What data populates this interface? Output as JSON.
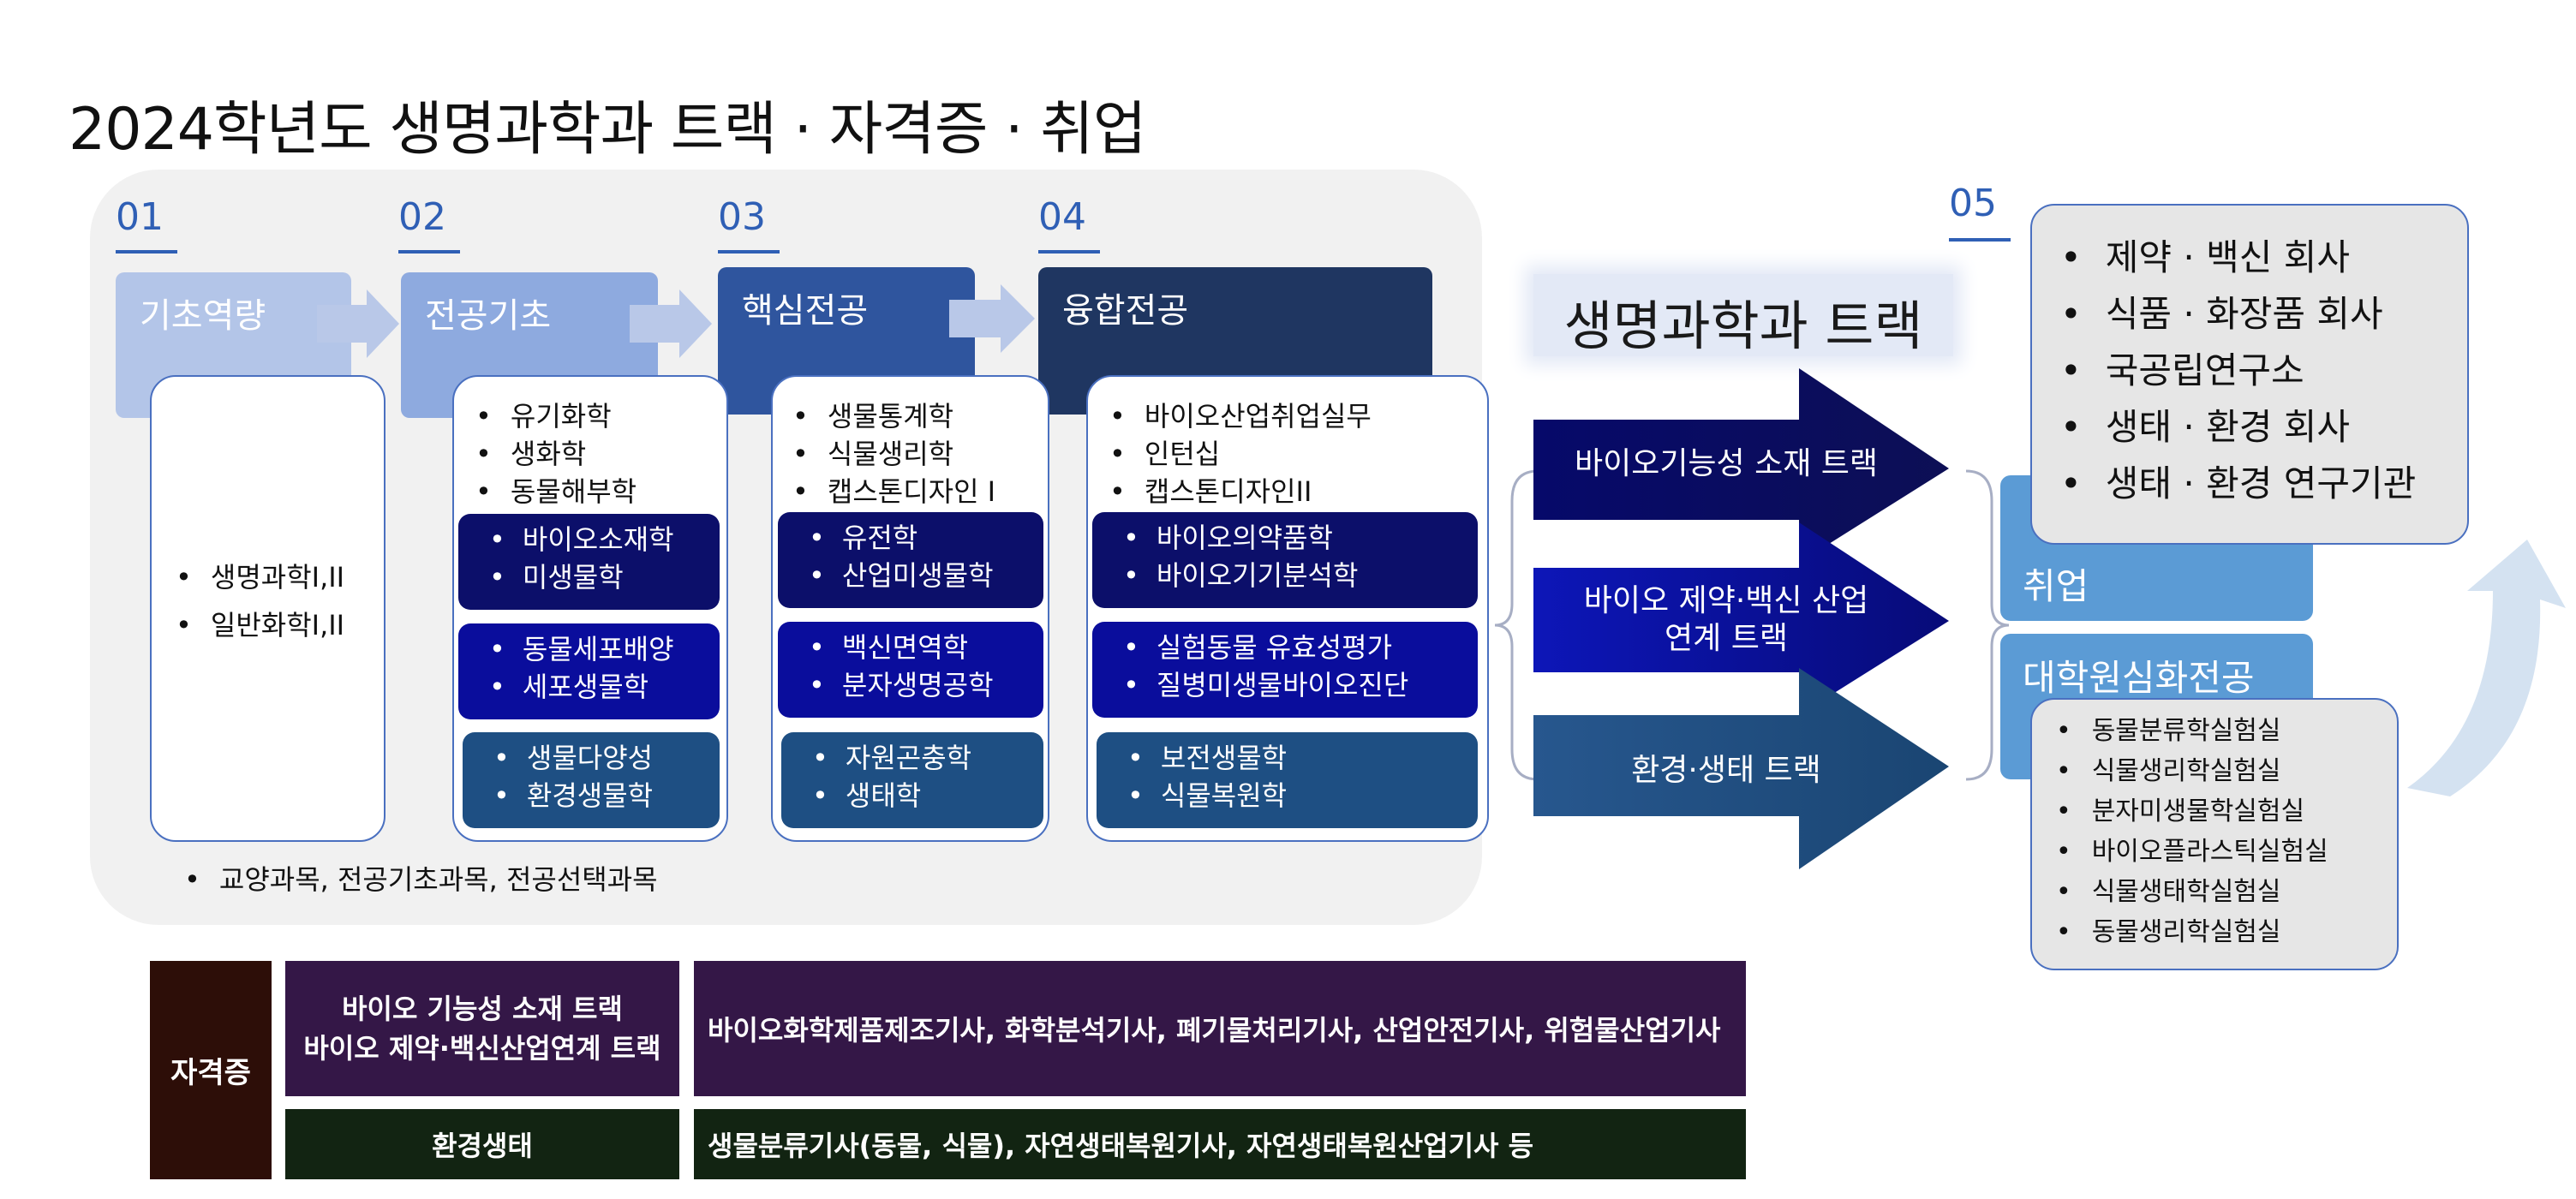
{
  "title": "2024학년도 생명과학과 트랙 · 자격증 · 취업",
  "stages": [
    {
      "num": "01",
      "label": "기초역량",
      "courses": [
        "생명과학I,II",
        "일반화학I,II"
      ]
    },
    {
      "num": "02",
      "label": "전공기초",
      "courses": [
        "유기화학",
        "생화학",
        "동물해부학"
      ],
      "groups": [
        [
          "바이오소재학",
          "미생물학"
        ],
        [
          "동물세포배양",
          "세포생물학"
        ],
        [
          "생물다양성",
          "환경생물학"
        ]
      ]
    },
    {
      "num": "03",
      "label": "핵심전공",
      "courses": [
        "생물통계학",
        "식물생리학",
        "캡스톤디자인 I"
      ],
      "groups": [
        [
          "유전학",
          "산업미생물학"
        ],
        [
          "백신면역학",
          "분자생명공학"
        ],
        [
          "자원곤충학",
          "생태학"
        ]
      ]
    },
    {
      "num": "04",
      "label": "융합전공",
      "courses": [
        "바이오산업취업실무",
        "인턴십",
        "캡스톤디자인II"
      ],
      "groups": [
        [
          "바이오의약품학",
          "바이오기기분석학"
        ],
        [
          "실험동물 유효성평가",
          "질병미생물바이오진단"
        ],
        [
          "보전생물학",
          "식물복원학"
        ]
      ]
    }
  ],
  "footnote": "교양과목, 전공기초과목, 전공선택과목",
  "track_heading": "생명과학과 트랙",
  "tracks": [
    {
      "line1": "바이오기능성 소재 트랙",
      "line2": ""
    },
    {
      "line1": "바이오 제약·백신 산업",
      "line2": "연계 트랙"
    },
    {
      "line1": "환경·생태 트랙",
      "line2": ""
    }
  ],
  "outcome": {
    "num": "05",
    "employment_label": "취업",
    "grad_label": "대학원심화전공",
    "employers": [
      "제약 · 백신 회사",
      "식품 · 화장품 회사",
      "국공립연구소",
      "생태 · 환경 회사",
      "생태 · 환경 연구기관"
    ],
    "labs": [
      "동물분류학실험실",
      "식물생리학실험실",
      "분자미생물학실험실",
      "바이오플라스틱실험실",
      "식물생태학실험실",
      "동물생리학실험실"
    ]
  },
  "cert": {
    "label": "자격증",
    "rows": [
      {
        "track_line1": "바이오 기능성 소재 트랙",
        "track_line2": "바이오 제약·백신산업연계 트랙",
        "items": "바이오화학제품제조기사, 화학분석기사, 폐기물처리기사, 산업안전기사, 위험물산업기사"
      },
      {
        "track_line1": "환경생태",
        "track_line2": "",
        "items": "생물분류기사(동물, 식물), 자연생태복원기사, 자연생태복원산업기사 등"
      }
    ]
  },
  "colors": {
    "group1": "#0c0f6a",
    "group2": "#0a0d9c",
    "group3": "#1e4f83",
    "cert_label": "#2d0e08",
    "cert_row1": "#341747",
    "cert_row2": "#122412"
  }
}
